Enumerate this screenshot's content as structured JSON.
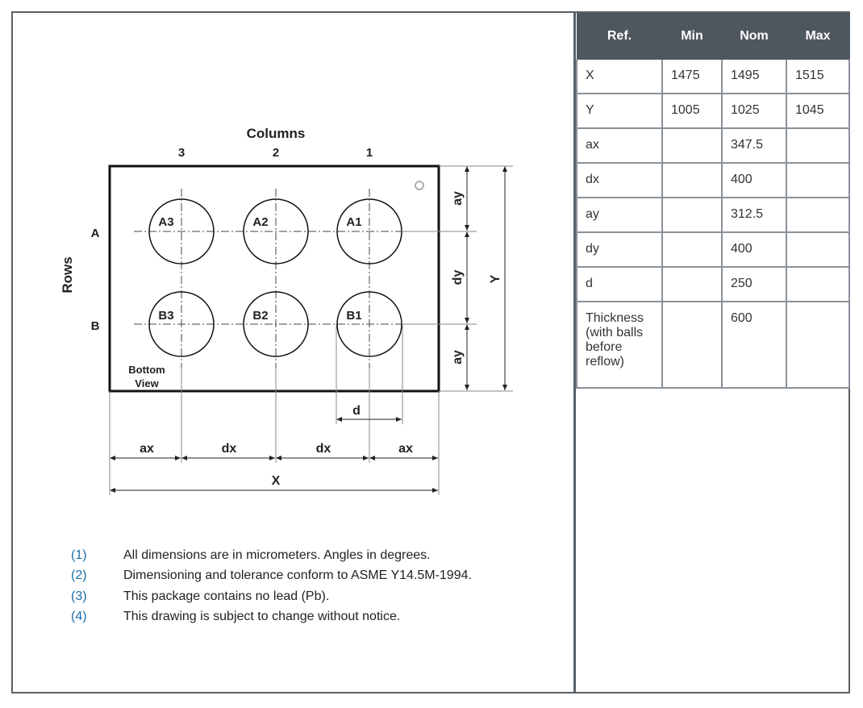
{
  "diagram": {
    "columns_title": "Columns",
    "rows_title": "Rows",
    "column_labels": [
      "3",
      "2",
      "1"
    ],
    "row_labels": [
      "A",
      "B"
    ],
    "balls": [
      "A3",
      "A2",
      "A1",
      "B3",
      "B2",
      "B1"
    ],
    "view_label_line1": "Bottom",
    "view_label_line2": "View",
    "dim_labels": {
      "ax_left": "ax",
      "dx_1": "dx",
      "dx_2": "dx",
      "ax_right": "ax",
      "X": "X",
      "Y": "Y",
      "ay_top": "ay",
      "dy": "dy",
      "ay_bottom": "ay",
      "d": "d"
    }
  },
  "notes": [
    {
      "num": "(1)",
      "text": "All dimensions are in micrometers. Angles in degrees."
    },
    {
      "num": "(2)",
      "text": "Dimensioning and tolerance conform to ASME Y14.5M-1994."
    },
    {
      "num": "(3)",
      "text": "This package contains no lead (Pb)."
    },
    {
      "num": "(4)",
      "text": "This drawing is subject to change without notice."
    }
  ],
  "table": {
    "headers": [
      "Ref.",
      "Min",
      "Nom",
      "Max"
    ],
    "rows": [
      {
        "ref": "X",
        "min": "1475",
        "nom": "1495",
        "max": "1515"
      },
      {
        "ref": "Y",
        "min": "1005",
        "nom": "1025",
        "max": "1045"
      },
      {
        "ref": "ax",
        "min": "",
        "nom": "347.5",
        "max": ""
      },
      {
        "ref": "dx",
        "min": "",
        "nom": "400",
        "max": ""
      },
      {
        "ref": "ay",
        "min": "",
        "nom": "312.5",
        "max": ""
      },
      {
        "ref": "dy",
        "min": "",
        "nom": "400",
        "max": ""
      },
      {
        "ref": "d",
        "min": "",
        "nom": "250",
        "max": ""
      },
      {
        "ref": "Thickness (with balls before reflow)",
        "min": "",
        "nom": "600",
        "max": ""
      }
    ]
  },
  "colors": {
    "header_bg": "#4e565e",
    "border": "#5a6168",
    "note_number": "#1a6fa8"
  }
}
